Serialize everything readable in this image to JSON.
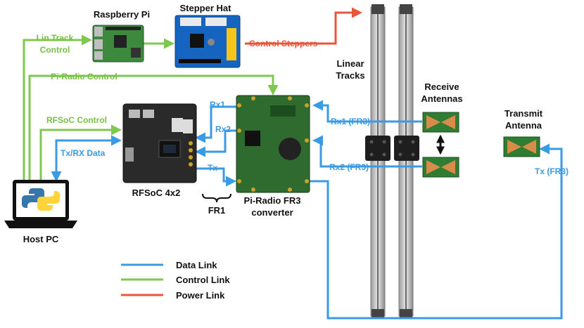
{
  "components": {
    "raspberry_pi": "Raspberry Pi",
    "stepper_hat": "Stepper Hat",
    "rfsoc": "RFSoC 4x2",
    "pi_radio_line1": "Pi-Radio FR3",
    "pi_radio_line2": "converter",
    "host_pc": "Host PC",
    "linear_tracks_line1": "Linear",
    "linear_tracks_line2": "Tracks",
    "receive_antennas_line1": "Receive",
    "receive_antennas_line2": "Antennas",
    "transmit_antenna_line1": "Transmit",
    "transmit_antenna_line2": "Antenna",
    "fr1": "FR1"
  },
  "links": {
    "lin_track_control_line1": "Lin Track",
    "lin_track_control_line2": "Control",
    "control_steppers": "Control Steppers",
    "pi_radio_control": "Pi-Radio Control",
    "rfsoc_control": "RFSoC Control",
    "tx_rx_data": "Tx/RX Data",
    "rx1": "Rx1",
    "rx2": "Rx2",
    "tx": "Tx",
    "rx1_fr3": "Rx1 (FR3)",
    "rx2_fr3": "Rx2 (FR3)",
    "tx_fr3": "Tx (FR3)"
  },
  "legend": {
    "data_link": "Data Link",
    "control_link": "Control Link",
    "power_link": "Power Link"
  },
  "colors": {
    "data_link": "#3a9ae4",
    "control_link": "#7ec850",
    "power_link": "#e8553b"
  },
  "icons": [
    "python-logo-icon",
    "laptop-icon",
    "double-arrow-icon"
  ]
}
